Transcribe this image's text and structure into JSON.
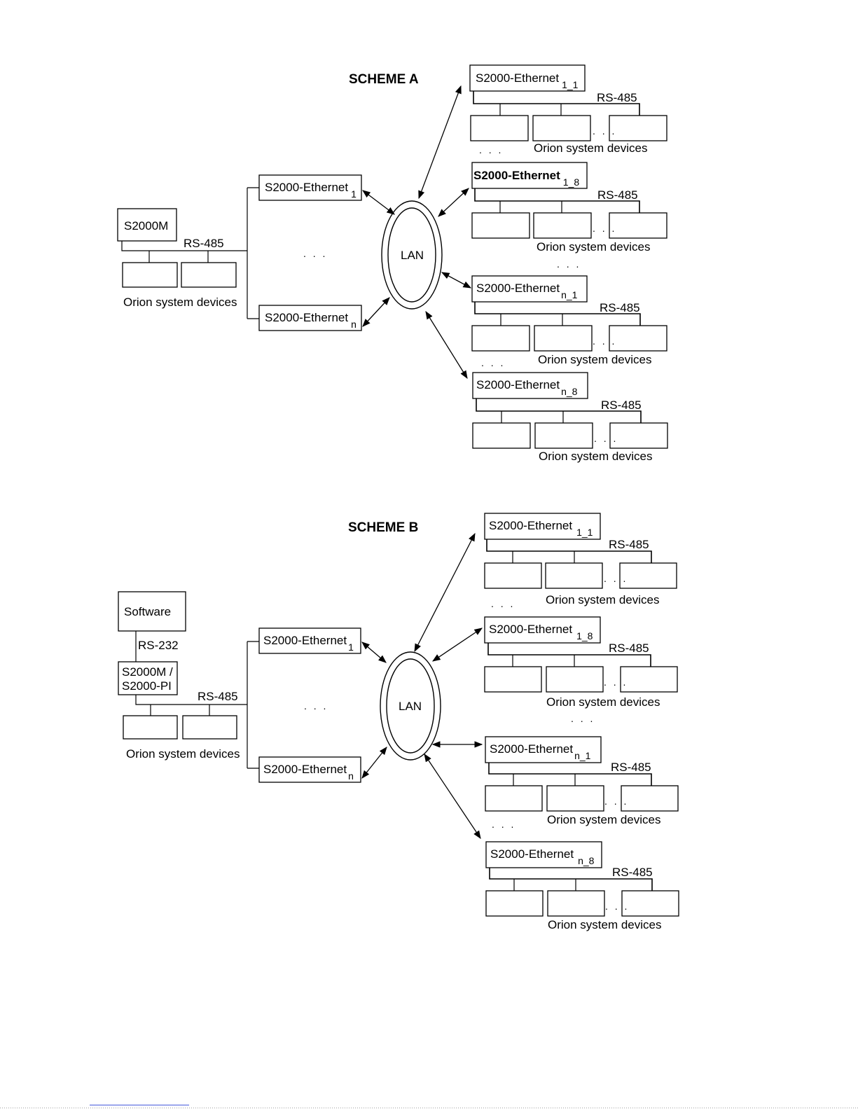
{
  "scheme_a": {
    "title": "SCHEME A",
    "controller": "S2000M",
    "rs485": "RS-485",
    "devices_label": "Orion system devices",
    "lan": "LAN",
    "ethernet_base": "S2000-Ethernet",
    "left_converters": [
      {
        "label": "S2000-Ethernet",
        "sub": "1"
      },
      {
        "label": "S2000-Ethernet",
        "sub": "n"
      }
    ],
    "right_groups": [
      {
        "label": "S2000-Ethernet",
        "sub": "1_1",
        "bus": "RS-485",
        "devices": "Orion system devices"
      },
      {
        "label": "S2000-Ethernet",
        "sub": "1_8",
        "bus": "RS-485",
        "devices": "Orion system devices"
      },
      {
        "label": "S2000-Ethernet",
        "sub": "n_1",
        "bus": "RS-485",
        "devices": "Orion system devices"
      },
      {
        "label": "S2000-Ethernet",
        "sub": "n_8",
        "bus": "RS-485",
        "devices": "Orion system devices"
      }
    ],
    "ellipsis": ". . ."
  },
  "scheme_b": {
    "title": "SCHEME B",
    "software": "Software",
    "rs232": "RS-232",
    "controller_line1": "S2000M /",
    "controller_line2": "S2000-PI",
    "rs485": "RS-485",
    "devices_label": "Orion system devices",
    "lan": "LAN",
    "left_converters": [
      {
        "label": "S2000-Ethernet",
        "sub": "1"
      },
      {
        "label": "S2000-Ethernet",
        "sub": "n"
      }
    ],
    "right_groups": [
      {
        "label": "S2000-Ethernet",
        "sub": "1_1",
        "bus": "RS-485",
        "devices": "Orion system devices"
      },
      {
        "label": "S2000-Ethernet",
        "sub": "1_8",
        "bus": "RS-485",
        "devices": "Orion system devices"
      },
      {
        "label": "S2000-Ethernet",
        "sub": "n_1",
        "bus": "RS-485",
        "devices": "Orion system devices"
      },
      {
        "label": "S2000-Ethernet",
        "sub": "n_8",
        "bus": "RS-485",
        "devices": "Orion system devices"
      }
    ],
    "ellipsis": ". . ."
  }
}
